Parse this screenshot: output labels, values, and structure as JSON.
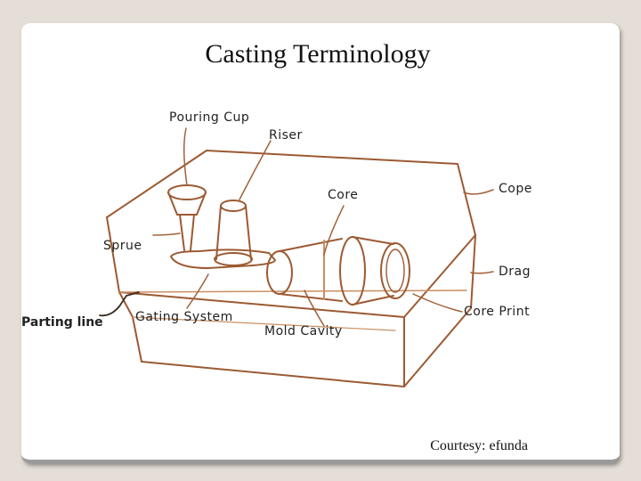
{
  "slide": {
    "title": "Casting Terminology",
    "courtesy": "Courtesy: efunda"
  },
  "labels": {
    "pouring_cup": "Pouring Cup",
    "riser": "Riser",
    "core": "Core",
    "cope": "Cope",
    "sprue": "Sprue",
    "drag": "Drag",
    "parting_line": "Parting line",
    "gating_system": "Gating System",
    "core_print": "Core Print",
    "mold_cavity": "Mold Cavity"
  },
  "colors": {
    "sketch": "#9c5a32",
    "sketch_light": "#c98f63",
    "leader": "#a0623a",
    "parting_leader": "#3a2a20"
  }
}
